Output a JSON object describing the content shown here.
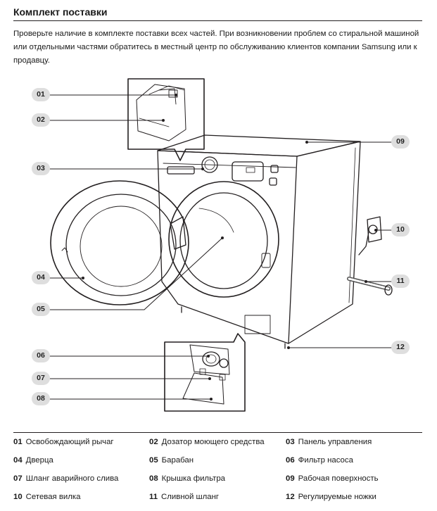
{
  "header": {
    "title": "Комплект поставки",
    "intro": "Проверьте наличие в комплекте поставки всех частей. При возникновении проблем со стиральной машиной или отдельными частями обратитесь в местный центр по обслуживанию клиентов компании Samsung или к продавцу."
  },
  "diagram": {
    "callouts": [
      "01",
      "02",
      "03",
      "04",
      "05",
      "06",
      "07",
      "08",
      "09",
      "10",
      "11",
      "12"
    ]
  },
  "legend": [
    {
      "num": "01",
      "label": "Освобождающий рычаг"
    },
    {
      "num": "02",
      "label": "Дозатор моющего средства"
    },
    {
      "num": "03",
      "label": "Панель управления"
    },
    {
      "num": "04",
      "label": "Дверца"
    },
    {
      "num": "05",
      "label": "Барабан"
    },
    {
      "num": "06",
      "label": "Фильтр насоса"
    },
    {
      "num": "07",
      "label": "Шланг аварийного слива"
    },
    {
      "num": "08",
      "label": "Крышка фильтра"
    },
    {
      "num": "09",
      "label": "Рабочая поверхность"
    },
    {
      "num": "10",
      "label": "Сетевая вилка"
    },
    {
      "num": "11",
      "label": "Сливной шланг"
    },
    {
      "num": "12",
      "label": "Регулируемые ножки"
    }
  ]
}
